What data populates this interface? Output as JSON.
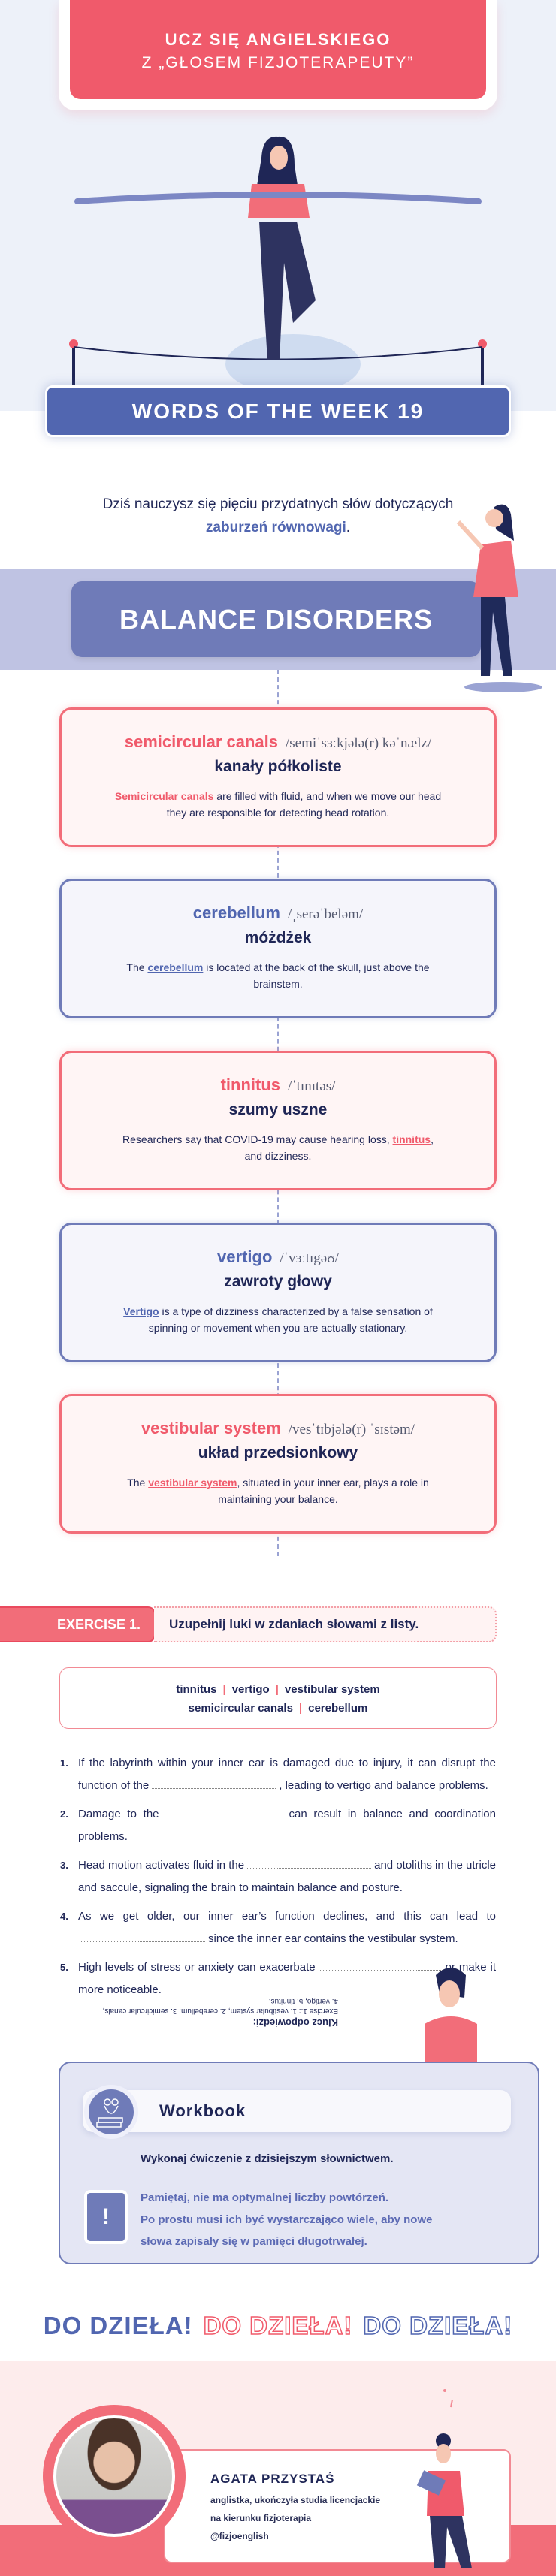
{
  "header": {
    "line1": "UCZ SIĘ ANGIELSKIEGO",
    "line2": "Z „GŁOSEM FIZJOTERAPEUTY”"
  },
  "banner": "WORDS OF THE WEEK 19",
  "intro": {
    "text": "Dziś nauczysz się pięciu przydatnych słów dotyczących ",
    "highlight": "zaburzeń równowagi",
    "end": "."
  },
  "topic": "BALANCE DISORDERS",
  "words": [
    {
      "word": "semicircular canals",
      "phon": "/semiˈsɜːkjələ(r) kəˈnælz/",
      "pl": "kanały półkoliste",
      "before": "",
      "hl": "Semicircular canals",
      "after": " are filled with fluid, and when we move our head they are responsible for detecting head rotation."
    },
    {
      "word": "cerebellum",
      "phon": "/ˌserəˈbeləm/",
      "pl": "móżdżek",
      "before": "The ",
      "hl": "cerebellum",
      "after": " is located at the back of the skull, just above the brainstem."
    },
    {
      "word": "tinnitus",
      "phon": "/ˈtɪnɪtəs/",
      "pl": "szumy uszne",
      "before": "Researchers say that COVID-19 may cause hearing loss, ",
      "hl": "tinnitus",
      "after": ", and dizziness."
    },
    {
      "word": "vertigo",
      "phon": "/ˈvɜːtɪgəʊ/",
      "pl": "zawroty głowy",
      "before": "",
      "hl": "Vertigo",
      "after": " is a type of dizziness characterized by a false sensation of spinning or movement when you are actually stationary."
    },
    {
      "word": "vestibular system",
      "phon": "/vesˈtɪbjələ(r) ˈsɪstəm/",
      "pl": "układ przedsionkowy",
      "before": "The ",
      "hl": "vestibular system",
      "after": ", situated in your inner ear, plays a role in maintaining your balance."
    }
  ],
  "exercise": {
    "label": "EXERCISE 1.",
    "instruction": "Uzupełnij luki w zdaniach słowami z listy.",
    "wordlist": [
      "tinnitus",
      "vertigo",
      "vestibular system",
      "semicircular canals",
      "cerebellum"
    ],
    "items": [
      {
        "n": "1.",
        "before": "If the labyrinth within your inner ear is damaged due to injury, it can disrupt the function of the",
        "after": ", leading to vertigo and balance problems."
      },
      {
        "n": "2.",
        "before": "Damage to the",
        "after": "can result in balance and coordination problems."
      },
      {
        "n": "3.",
        "before": "Head motion activates fluid in the",
        "after": "and otoliths in the utricle and saccule, signaling the brain to maintain balance and posture."
      },
      {
        "n": "4.",
        "before": "As we get older, our inner ear’s function declines, and this can lead to",
        "after": "since the inner ear contains the vestibular system."
      },
      {
        "n": "5.",
        "before": "High levels of stress or anxiety can exacerbate",
        "after": "or make it more noticeable."
      }
    ],
    "key_title": "Klucz odpowiedzi:",
    "key_text": "Exercise 1.: 1. vestibular system, 2. cerebellum, 3. semicircular canals, 4. vertigo, 5. tinnitus."
  },
  "workbook": {
    "title": "Workbook",
    "task": "Wykonaj ćwiczenie z dzisiejszym słownictwem.",
    "note1": "Pamiętaj, nie ma optymalnej liczby powtórzeń.",
    "note2": "Po prostu musi ich być wystarczająco wiele, aby nowe",
    "note3": "słowa zapisały się w pamięci długotrwałej."
  },
  "cta": [
    "DO DZIEŁA!",
    "DO DZIEŁA!",
    "DO DZIEŁA!"
  ],
  "author": {
    "name": "AGATA PRZYSTAŚ",
    "desc1": "anglistka, ukończyła studia licencjackie",
    "desc2": "na kierunku fizjoterapia",
    "handle": "@fizjoenglish"
  },
  "colors": {
    "red": "#f05a6b",
    "blue": "#5166b0",
    "navy": "#1f2656",
    "lavender": "#6f7bb8"
  }
}
